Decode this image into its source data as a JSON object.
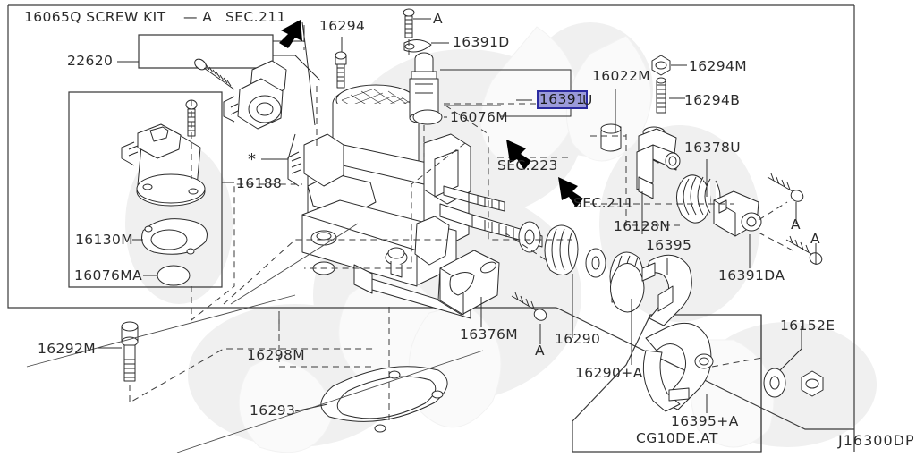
{
  "diagram": {
    "corner_code": "J16300DP",
    "variant_note": "CG10DE.AT",
    "highlight_color": "#9b9bd9",
    "highlight_border": "#2a2aa0",
    "line_color": "#2b2b2b"
  },
  "header": {
    "kit_label": "16065Q SCREW KIT",
    "kit_dash_a": "— A",
    "kit_sec": "SEC.211"
  },
  "sections": [
    {
      "id": "sec-223",
      "label": "SEC.223"
    },
    {
      "id": "sec-211-mid",
      "label": "SEC.211"
    }
  ],
  "callouts": [
    {
      "id": "c-22620",
      "label": "22620"
    },
    {
      "id": "c-16294",
      "label": "16294"
    },
    {
      "id": "c-a-top",
      "label": "A"
    },
    {
      "id": "c-16391D",
      "label": "16391D"
    },
    {
      "id": "c-16076M",
      "label": "16076M"
    },
    {
      "id": "c-16391",
      "label": "16391",
      "highlighted": true
    },
    {
      "id": "c-16391-u",
      "label": "U"
    },
    {
      "id": "c-16022M",
      "label": "16022M"
    },
    {
      "id": "c-16294M",
      "label": "16294M"
    },
    {
      "id": "c-16294B",
      "label": "16294B"
    },
    {
      "id": "c-16378U",
      "label": "16378U"
    },
    {
      "id": "c-16188",
      "label": "16188"
    },
    {
      "id": "c-16130M",
      "label": "16130M"
    },
    {
      "id": "c-16076MA",
      "label": "16076MA"
    },
    {
      "id": "c-asterisk",
      "label": "*"
    },
    {
      "id": "c-16128N",
      "label": "16128N"
    },
    {
      "id": "c-16395",
      "label": "16395"
    },
    {
      "id": "c-16391DA",
      "label": "16391DA"
    },
    {
      "id": "c-a-right-1",
      "label": "A"
    },
    {
      "id": "c-a-right-2",
      "label": "A"
    },
    {
      "id": "c-16292M",
      "label": "16292M"
    },
    {
      "id": "c-16298M",
      "label": "16298M"
    },
    {
      "id": "c-16293",
      "label": "16293"
    },
    {
      "id": "c-16376M",
      "label": "16376M"
    },
    {
      "id": "c-a-bottom",
      "label": "A"
    },
    {
      "id": "c-16290",
      "label": "16290"
    },
    {
      "id": "c-16290A",
      "label": "16290+A"
    },
    {
      "id": "c-16152E",
      "label": "16152E"
    },
    {
      "id": "c-16395A",
      "label": "16395+A"
    }
  ]
}
